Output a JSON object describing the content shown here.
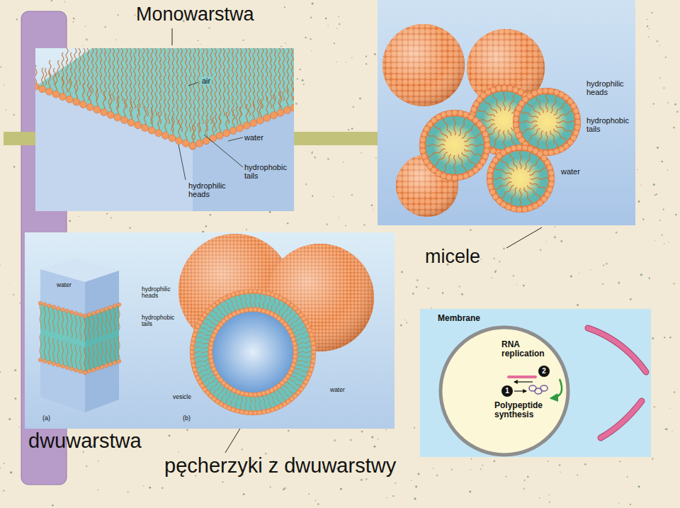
{
  "diagram": {
    "labels": [
      "Monowarstwa",
      "air",
      "water",
      "hydrophobic tails",
      "hydrophilic heads",
      "hydrophilic heads",
      "hydrophobic tails",
      "water",
      "micele",
      "water",
      "hydrophilic heads",
      "hydrophobic tails",
      "(a)",
      "water",
      "vesicle",
      "(b)",
      "Membrane",
      "RNA replication",
      "2",
      "1",
      "Polypeptide synthesis",
      "dwuwarstwa",
      "pęcherzyki z dwuwarstwy"
    ]
  }
}
